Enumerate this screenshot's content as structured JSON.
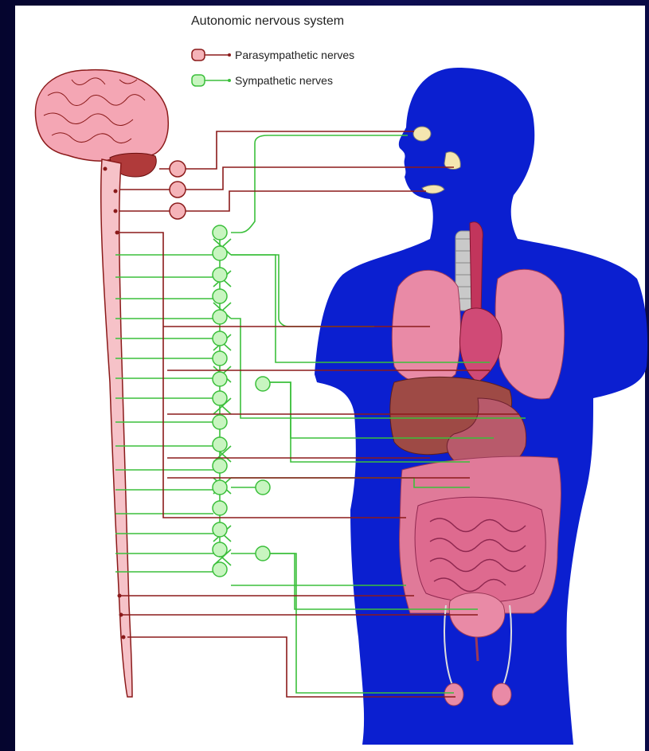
{
  "title": "Autonomic nervous system",
  "legend": {
    "parasympathetic": {
      "label": "Parasympathetic nerves",
      "color": "#8b1a1a",
      "fill": "#f5b3b8"
    },
    "sympathetic": {
      "label": "Sympathetic nerves",
      "color": "#3bbf3b",
      "fill": "#c8f5c0"
    }
  },
  "colors": {
    "background": "#0a0a45",
    "panel": "#ffffff",
    "body_silhouette": "#0b1fd0",
    "brain": "#f4a6b4",
    "organ_pink": "#e9789a",
    "organ_dark": "#a34b47"
  }
}
